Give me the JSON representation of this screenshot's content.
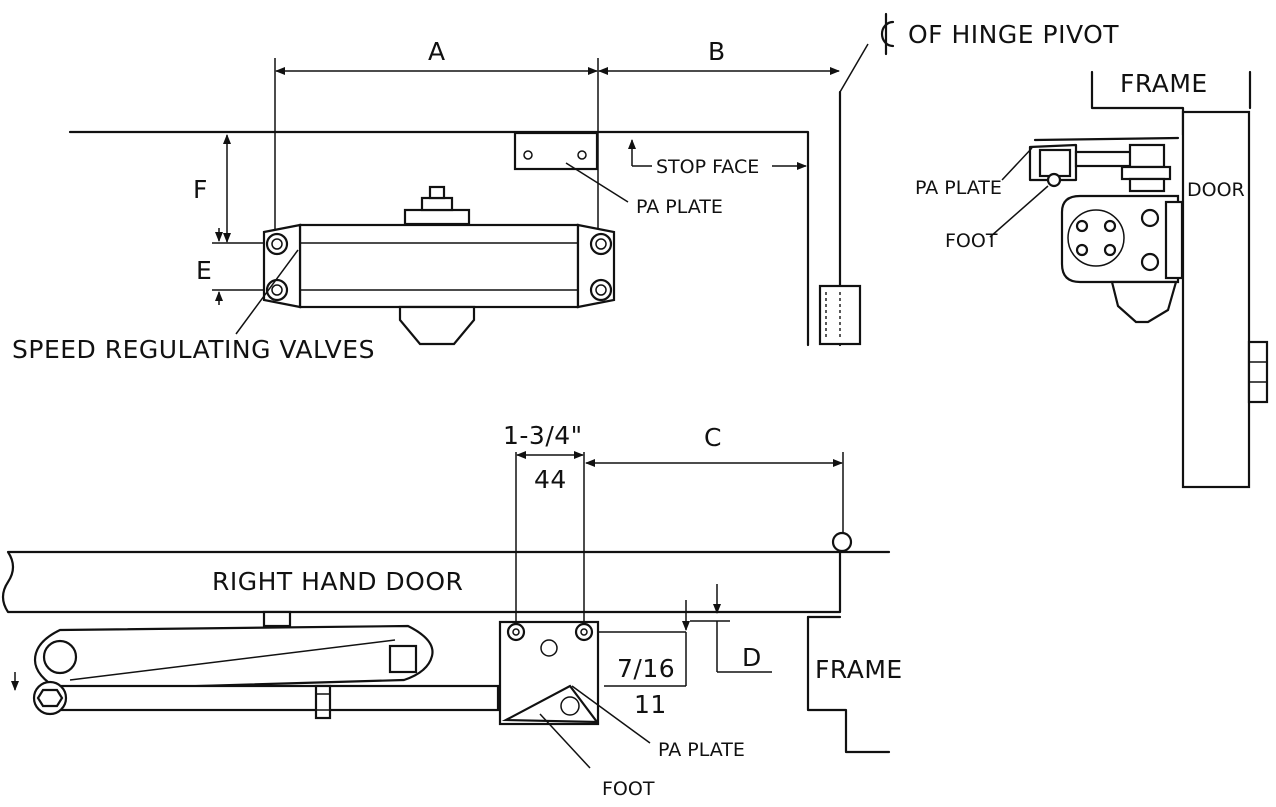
{
  "top_view": {
    "dim_a": "A",
    "dim_b": "B",
    "dim_e": "E",
    "dim_f": "F",
    "hinge_pivot": "OF HINGE PIVOT",
    "stop_face": "STOP FACE",
    "pa_plate": "PA PLATE",
    "speed_valves": "SPEED REGULATING VALVES"
  },
  "side_view": {
    "frame": "FRAME",
    "door": "DOOR",
    "pa_plate": "PA PLATE",
    "foot": "FOOT"
  },
  "bottom_view": {
    "dim_inch": "1-3/4\"",
    "dim_mm": "44",
    "dim_c": "C",
    "door_label": "RIGHT HAND DOOR",
    "dim_d": "D",
    "dim_frac": "7/16",
    "dim_frac_mm": "11",
    "frame": "FRAME",
    "pa_plate": "PA PLATE",
    "foot": "FOOT"
  }
}
